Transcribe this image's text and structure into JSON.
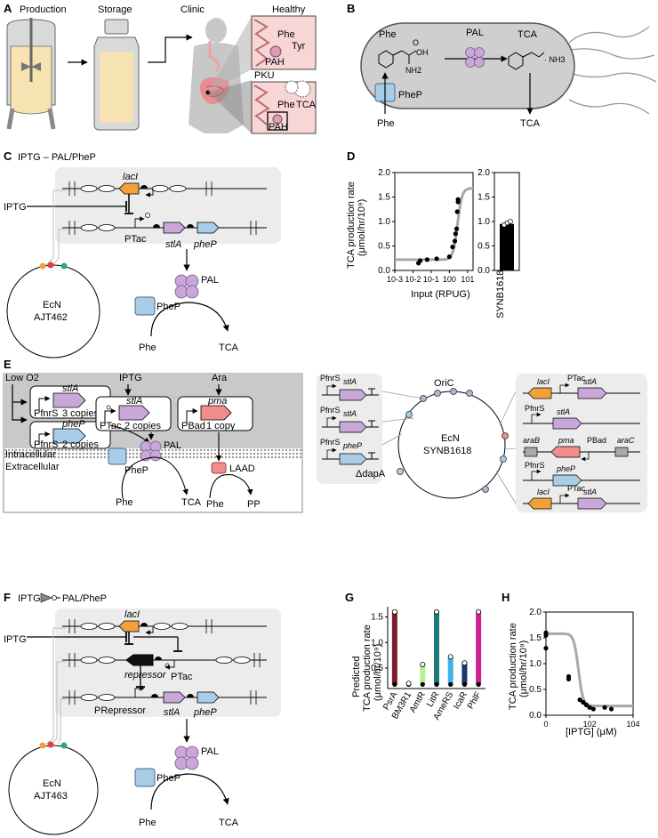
{
  "panels": {
    "A": {
      "letter": "A",
      "production": "Production",
      "storage": "Storage",
      "clinic": "Clinic",
      "healthy": "Healthy",
      "pku": "PKU",
      "phe_h": "Phe",
      "tyr": "Tyr",
      "pah_h": "PAH",
      "phe_p": "Phe",
      "tca_p": "TCA",
      "pah_p": "PAH"
    },
    "B": {
      "letter": "B",
      "phe_in": "Phe",
      "pal": "PAL",
      "tca_in": "TCA",
      "oh": "OH",
      "o": "O",
      "nh2": "NH2",
      "nh3": "· NH3",
      "phep": "PheP",
      "phe_out": "Phe",
      "tca_out": "TCA"
    },
    "C": {
      "letter": "C",
      "title": "IPTG – PAL/PheP",
      "laci": "lacI",
      "iptg": "IPTG",
      "ptac": "PTac",
      "stla": "stlA",
      "phep_gene": "pheP",
      "ecn": "EcN",
      "strain": "AJT462",
      "pal": "PAL",
      "phep": "PheP",
      "phe": "Phe",
      "tca": "TCA"
    },
    "D": {
      "letter": "D",
      "ylabel": "TCA production rate",
      "yunit": "(μmol/hr/10⁹)",
      "xlabel": "Input (RPUG)",
      "bar_label": "SYNB1618"
    },
    "E": {
      "letter": "E",
      "low_o2": "Low O2",
      "iptg": "IPTG",
      "ara": "Ara",
      "stla_a": "stlA",
      "pfnrs_a": "PfnrS",
      "copies_a": "3 copies",
      "phep_b": "pheP",
      "pfnrs_b": "PfnrS",
      "copies_b": "2 copies",
      "stla_c": "stlA",
      "ptac_c": "PTac",
      "copies_c": "2 copies",
      "pma": "pma",
      "pbad": "PBad",
      "copies_d": "1 copy",
      "pal": "PAL",
      "intracellular": "Intracellular",
      "extracellular": "Extracellular",
      "phep": "PheP",
      "phe": "Phe",
      "tca": "TCA",
      "laad": "LAAD",
      "phe2": "Phe",
      "pp": "PP",
      "left_genes": [
        {
          "promoter": "PfnrS",
          "gene": "stlA"
        },
        {
          "promoter": "PfnrS",
          "gene": "stlA"
        },
        {
          "promoter": "PfnrS",
          "gene": "pheP"
        }
      ],
      "oric": "OriC",
      "dapa": "ΔdapA",
      "ecn": "EcN",
      "strain": "SYNB1618",
      "right": {
        "laci1": "lacI",
        "ptac1": "PTac",
        "stla1": "stlA",
        "pfnrs1": "PfnrS",
        "stla2": "stlA",
        "arab": "araB",
        "pma": "pma",
        "pbad": "PBad",
        "arac": "araC",
        "pfnrs2": "PfnrS",
        "phep": "pheP",
        "laci2": "lacI",
        "ptac2": "PTac",
        "stla3": "stlA"
      }
    },
    "F": {
      "letter": "F",
      "title_a": "IPTG",
      "title_b": "PAL/PheP",
      "laci": "lacI",
      "iptg": "IPTG",
      "repressor": "repressor",
      "ptac": "PTac",
      "prepressor": "PRepressor",
      "stla": "stlA",
      "phep_gene": "pheP",
      "ecn": "EcN",
      "strain": "AJT463",
      "pal": "PAL",
      "phep": "PheP",
      "phe": "Phe",
      "tca": "TCA"
    },
    "G": {
      "letter": "G",
      "ylabel1": "Predicted",
      "ylabel2": "TCA production rate",
      "yunit": "(μmol/hr/10⁹)"
    },
    "H": {
      "letter": "H",
      "ylabel": "TCA production rate",
      "yunit": "(μmol/hr/10⁹)",
      "xlabel": "[IPTG] (μM)"
    }
  },
  "colors": {
    "purple": "#c9a7d8",
    "blue": "#a9cde6",
    "orange": "#f2a13a",
    "pink": "#f18c8c",
    "grey_box": "#ececec",
    "dark_box": "#c9c9c9",
    "curve": "#a8a8a8"
  },
  "chart_data": [
    {
      "id": "D-curve",
      "type": "scatter",
      "xscale": "log",
      "xlim": [
        0.001,
        20
      ],
      "ylim": [
        0,
        2.0
      ],
      "xticks": [
        "10-3",
        "10-2",
        "10-1",
        "100",
        "101"
      ],
      "yticks": [
        "0.0",
        "0.5",
        "1.0",
        "1.5",
        "2.0"
      ],
      "points": [
        [
          0.02,
          0.15
        ],
        [
          0.025,
          0.2
        ],
        [
          0.06,
          0.22
        ],
        [
          0.2,
          0.24
        ],
        [
          1.0,
          0.28
        ],
        [
          1.5,
          0.48
        ],
        [
          2.0,
          0.6
        ],
        [
          2.2,
          0.75
        ],
        [
          2.5,
          0.85
        ],
        [
          2.7,
          1.2
        ],
        [
          3.0,
          1.45
        ],
        [
          3.0,
          1.4
        ]
      ],
      "fit": {
        "ymin": 0.22,
        "ymax": 1.68,
        "k": 2.8,
        "n": 3.5
      }
    },
    {
      "id": "D-bar",
      "type": "bar",
      "categories": [
        "SYNB1618"
      ],
      "values": [
        0.95
      ],
      "points": [
        0.93,
        0.97,
        1.0
      ],
      "ylim": [
        0,
        2.0
      ],
      "yticks": [
        "0.0",
        "0.5",
        "1.0",
        "1.5",
        "2.0"
      ]
    },
    {
      "id": "G",
      "type": "bar",
      "categories": [
        "PsrA",
        "BM3R1",
        "AmtR",
        "LitR",
        "AmeRS",
        "IcaR",
        "PhlF"
      ],
      "colors": [
        "#7c1d2c",
        "#e6e6e6",
        "#b7ef96",
        "#1b7a7a",
        "#40b4ea",
        "#1f3370",
        "#cf2190"
      ],
      "low": [
        0.18,
        0.18,
        0.18,
        0.18,
        0.18,
        0.18,
        0.18
      ],
      "high": [
        1.6,
        0.2,
        0.57,
        1.6,
        0.72,
        0.6,
        1.6
      ],
      "ylim": [
        0.1,
        1.7
      ],
      "yticks": [
        "0.5",
        "1.0",
        "1.5"
      ]
    },
    {
      "id": "H",
      "type": "scatter",
      "xscale": "symlog",
      "xlim": [
        0,
        10000
      ],
      "ylim": [
        0,
        2.0
      ],
      "xticks": [
        "0",
        "102",
        "104"
      ],
      "yticks": [
        "0.0",
        "0.5",
        "1.0",
        "1.5",
        "2.0"
      ],
      "points": [
        [
          0,
          1.3
        ],
        [
          0,
          1.55
        ],
        [
          0,
          1.6
        ],
        [
          10,
          0.75
        ],
        [
          10,
          0.7
        ],
        [
          35,
          0.3
        ],
        [
          50,
          0.25
        ],
        [
          70,
          0.2
        ],
        [
          100,
          0.15
        ],
        [
          150,
          0.12
        ],
        [
          500,
          0.15
        ],
        [
          1000,
          0.12
        ]
      ],
      "fit": {
        "ymin": 0.18,
        "ymax": 1.58,
        "k": 30,
        "n": 4
      }
    }
  ]
}
